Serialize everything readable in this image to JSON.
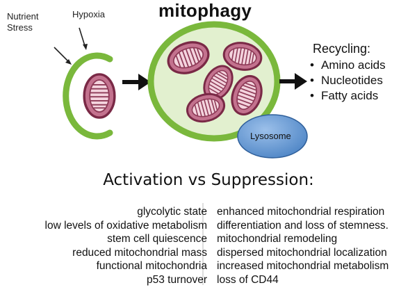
{
  "stimuli": {
    "nutrient": "Nutrient\nStress",
    "hypoxia": "Hypoxia"
  },
  "title": "mitophagy",
  "lysosome": "Lysosome",
  "recycling": {
    "title": "Recycling:",
    "items": [
      "Amino acids",
      "Nucleotides",
      "Fatty acids"
    ]
  },
  "comparison": {
    "heading": "Activation vs Suppression:",
    "activation": [
      "glycolytic state",
      "low levels of oxidative metabolism",
      "stem cell quiescence",
      "reduced mitochondrial mass",
      "functional mitochondria",
      "p53 turnover"
    ],
    "suppression": [
      "enhanced mitochondrial respiration",
      "differentiation and loss of stemness.",
      "mitochondrial remodeling",
      "dispersed mitochondrial localization",
      "increased mitochondrial metabolism",
      "loss of CD44"
    ]
  },
  "colors": {
    "membrane": "#7ab83c",
    "autophagosome_fill": "#e2f0cf",
    "mito_fill": "#c3728e",
    "mito_stroke": "#7a2946",
    "lysosome_fill": "#4f86c6",
    "lysosome_stroke": "#2f5f9a",
    "divider": "#c8c8c8"
  }
}
